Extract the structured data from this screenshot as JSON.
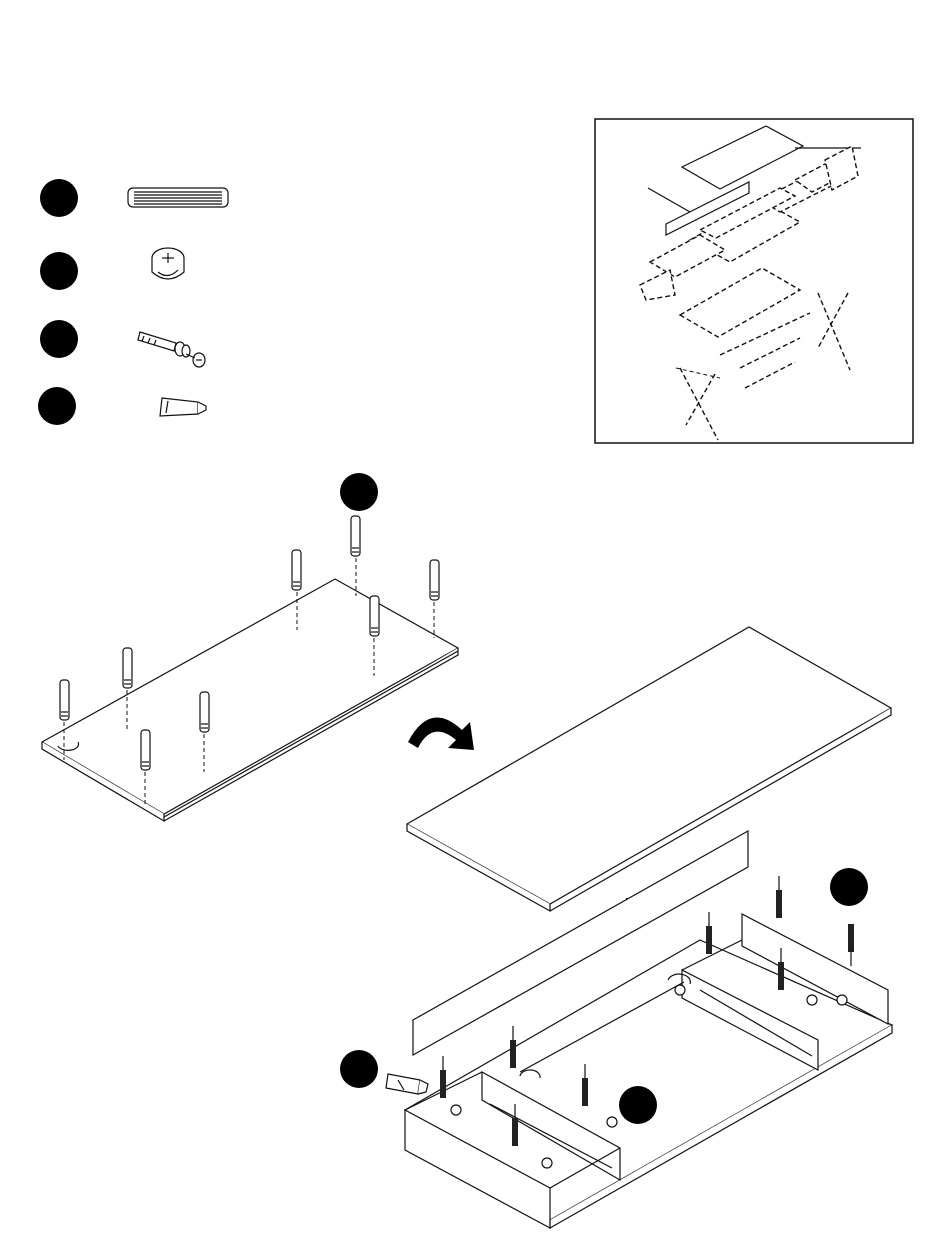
{
  "sheet": {
    "kind": "assembly-instruction-page",
    "accent": "#111111",
    "background": "#ffffff"
  },
  "parts_legend": [
    {
      "icon": "wooden-dowel-icon"
    },
    {
      "icon": "cam-lock-icon"
    },
    {
      "icon": "cam-bolt-icon"
    },
    {
      "icon": "glue-tube-icon"
    }
  ],
  "overview_inset": {
    "icon": "exploded-desk-overview-icon"
  },
  "step_markers": [
    {
      "icon": "step-marker-cam-bolt"
    },
    {
      "icon": "step-marker-dowel"
    },
    {
      "icon": "step-marker-glue"
    },
    {
      "icon": "step-marker-cam-lock"
    }
  ],
  "actions": {
    "flip_icon": "flip-arrow-icon",
    "lower_icon": "down-arrow-icon"
  }
}
